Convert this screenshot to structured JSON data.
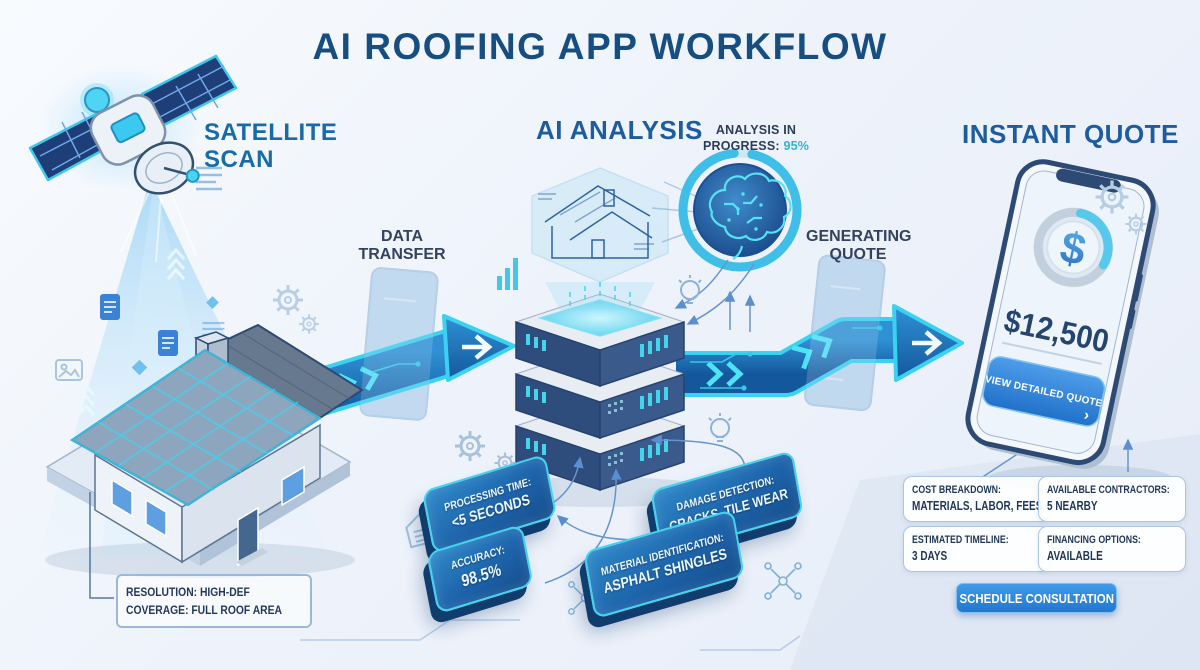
{
  "title": "AI ROOFING APP WORKFLOW",
  "stage_labels": {
    "satellite_scan": "SATELLITE SCAN",
    "data_transfer": "DATA TRANSFER",
    "ai_analysis": "AI ANALYSIS",
    "generating_quote": "GENERATING QUOTE",
    "instant_quote": "INSTANT QUOTE"
  },
  "analysis_progress": {
    "label": "ANALYSIS IN PROGRESS:",
    "value": "95%"
  },
  "satellite_details": {
    "resolution": "RESOLUTION: HIGH-DEF",
    "coverage": "COVERAGE: FULL ROOF AREA"
  },
  "analysis_badges": [
    {
      "label": "PROCESSING TIME:",
      "value": "<5 SECONDS"
    },
    {
      "label": "ACCURACY:",
      "value": "98.5%"
    },
    {
      "label": "DAMAGE DETECTION:",
      "value": "CRACKS, TILE WEAR"
    },
    {
      "label": "MATERIAL IDENTIFICATION:",
      "value": "ASPHALT SHINGLES"
    }
  ],
  "phone": {
    "coin_symbol": "$",
    "amount": "$12,500",
    "cta": "VIEW DETAILED QUOTE",
    "cta_arrow": "›"
  },
  "quote_cards": [
    {
      "label": "COST BREAKDOWN:",
      "value": "MATERIALS, LABOR, FEES"
    },
    {
      "label": "AVAILABLE CONTRACTORS:",
      "value": "5 NEARBY"
    },
    {
      "label": "ESTIMATED TIMELINE:",
      "value": "3 DAYS"
    },
    {
      "label": "FINANCING OPTIONS:",
      "value": "AVAILABLE"
    }
  ],
  "consult_button": "SCHEDULE CONSULTATION",
  "icons": {
    "satellite": "satellite-icon",
    "ai_brain": "ai-brain-icon",
    "dollar_coin": "dollar-coin-icon",
    "gear": "gear-icon",
    "light_bulb": "light-bulb-icon",
    "document": "document-icon",
    "molecule": "molecule-icon",
    "picture": "picture-icon",
    "bar_chart": "bar-chart-icon"
  },
  "colors": {
    "title_navy": "#174e82",
    "stage_blue": "#1d5c9e",
    "accent_cyan": "#3ad2f0",
    "arrow_blue": "#1f6fb5",
    "progress_value": "#2fb4d9",
    "button_blue": "#2e86dd"
  }
}
